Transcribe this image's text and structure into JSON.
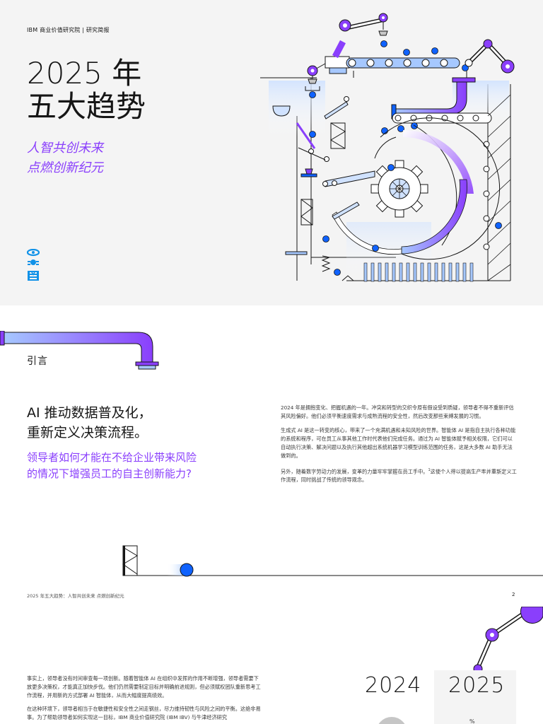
{
  "cover": {
    "header": "IBM 商业价值研究院 | 研究简报",
    "title_line1": "2025 年",
    "title_line2": "五大趋势",
    "subtitle_line1": "人智共创未来",
    "subtitle_line2": "点燃创新纪元",
    "logo": "ibm-eye-bee-m-logo"
  },
  "intro": {
    "section_label": "引言",
    "heading_line1": "AI 推动数据普及化，",
    "heading_line2": "重新定义决策流程。",
    "subheading_line1": "领导者如何才能在不给企业带来风险",
    "subheading_line2": "的情况下增强员工的自主创新能力?",
    "paragraphs": [
      "2024 年是拥抱变化、把握机遇的一年。冲突和转型的交织令原有假设受到质疑，领导者不得不重新评估其风险偏好。他们必须平衡速度需求与成熟流程的安全性，然后改变那些束缚发展的习惯。",
      "生成式 AI 是这一转变的核心，带来了一个充满机遇和未知风险的世界。智能体 AI 是指自主执行各种功能的系统和程序，可在员工从事其他工作时代表他们完成任务。通过为 AI 智能体赋予相关权限，它们可以自动执行决策、解决问题以及执行其他超出系统机器学习模型训练范围的任务，这是大多数 AI 助手无法做到的。",
      "另外，随着数字劳动力的发展，变革的力量牢牢掌握在员工手中。",
      "这使个人得以提高生产率并重新定义工作流程，同时挑战了传统的领导观念。"
    ],
    "footnote_mark": "1"
  },
  "footer": {
    "left": "2025 年五大趋势：人智共创未来  点燃创新纪元",
    "page_number": "2"
  },
  "page3": {
    "paragraphs": [
      "事实上，领导者没有时间审查每一项创新。随着智能体 AI 在组织中发挥的作用不断增强，领导者需要下放更多决策权，才能真正加快步伐。他们仍然需要制定目标并明确前进规则，但必须赋权团队重新思考工作流程，并用新的方式部署 AI 智能体，从而大幅度提高绩效。",
      "在这种环境下，领导者相当于在敏捷性和安全性之间走钢丝，尽力维持韧性与风险之间的平衡。这绝非易事。为了帮助领导者如何实现这一目标，IBM 商业价值研究院 (IBM IBV) 与牛津经济研究"
    ],
    "year_left": "2024",
    "year_right": "2025",
    "pct_fragment": "%"
  },
  "colors": {
    "accent_purple": "#8a3ffc",
    "blue": "#0f62fe",
    "light_grey": "#f4f4f4"
  }
}
